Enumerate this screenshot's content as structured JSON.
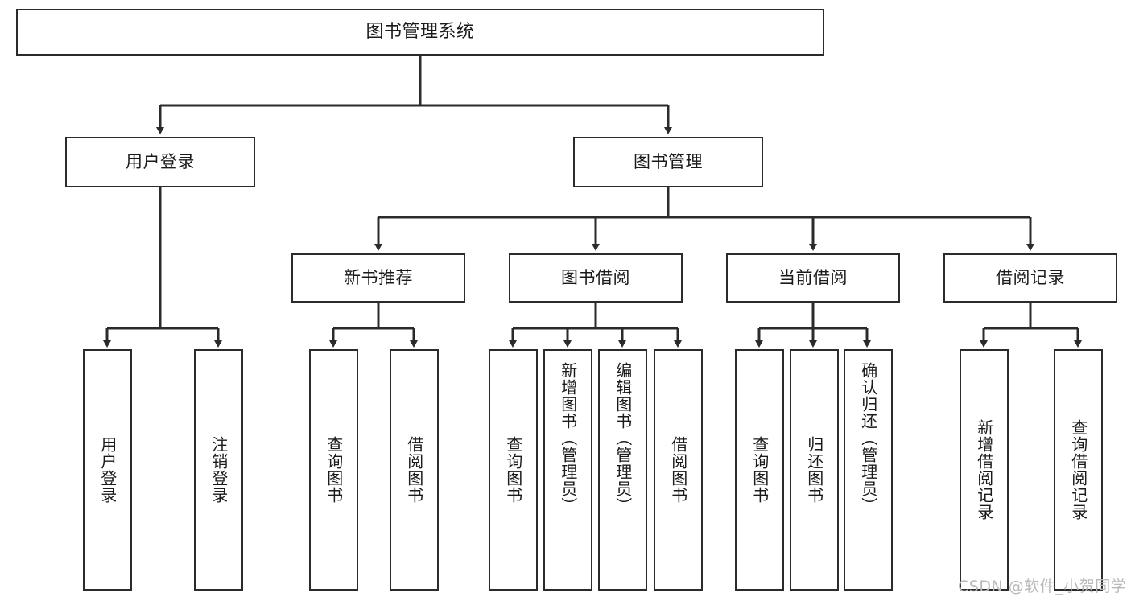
{
  "diagram": {
    "title": "图书管理系统",
    "type": "tree-hierarchy",
    "orientation": "top-down",
    "colors": {
      "box_border": "#2b2b2b",
      "box_fill": "#ffffff",
      "edge": "#2b2b2b",
      "text": "#1a1a1a",
      "watermark": "#b9b9b9",
      "background": "#ffffff"
    }
  },
  "nodes": {
    "root": {
      "label": "图书管理系统"
    },
    "level2": [
      {
        "label": "用户登录"
      },
      {
        "label": "图书管理"
      }
    ],
    "level3": [
      {
        "label": "新书推荐"
      },
      {
        "label": "图书借阅"
      },
      {
        "label": "当前借阅"
      },
      {
        "label": "借阅记录"
      }
    ],
    "leaves": {
      "user_login": [
        {
          "label": "用户登录"
        },
        {
          "label": "注销登录"
        }
      ],
      "new_book_rec": [
        {
          "label": "查询图书"
        },
        {
          "label": "借阅图书"
        }
      ],
      "book_borrow": [
        {
          "label": "查询图书"
        },
        {
          "label": "新增图书（管理员）"
        },
        {
          "label": "编辑图书（管理员）"
        },
        {
          "label": "借阅图书"
        }
      ],
      "current_borrow": [
        {
          "label": "查询图书"
        },
        {
          "label": "归还图书"
        },
        {
          "label": "确认归还（管理员）"
        }
      ],
      "borrow_record": [
        {
          "label": "新增借阅记录"
        },
        {
          "label": "查询借阅记录"
        }
      ]
    }
  },
  "watermark": {
    "text": "CSDN @软件_小贺同学"
  }
}
